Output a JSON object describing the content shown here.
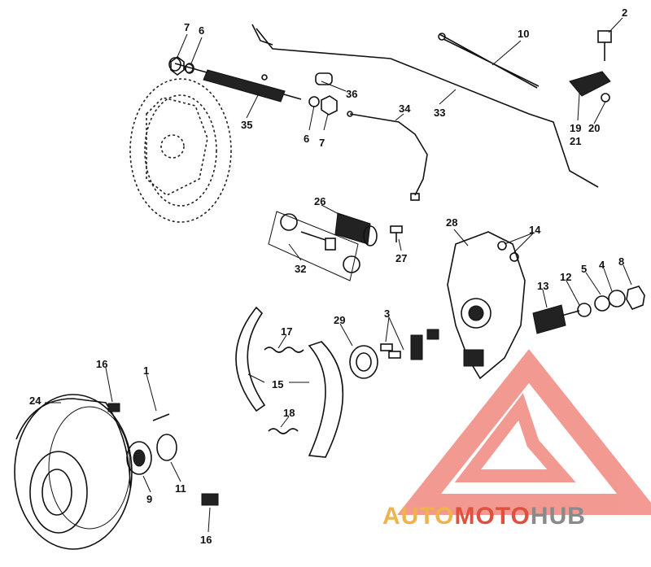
{
  "diagram": {
    "labels": [
      "1",
      "2",
      "3",
      "4",
      "5",
      "6",
      "6",
      "7",
      "7",
      "8",
      "9",
      "10",
      "11",
      "12",
      "13",
      "14",
      "15",
      "16",
      "16",
      "17",
      "18",
      "19",
      "20",
      "21",
      "24",
      "26",
      "27",
      "28",
      "29",
      "32",
      "33",
      "34",
      "35",
      "36"
    ],
    "watermark": {
      "part1": "AUTO",
      "part2": "MOTO",
      "part3": "HUB"
    },
    "colors": {
      "ink": "#111111",
      "logo_red": "#e8473a",
      "logo_orange": "#f0b24a",
      "logo_gray": "#8a8a8a"
    }
  }
}
